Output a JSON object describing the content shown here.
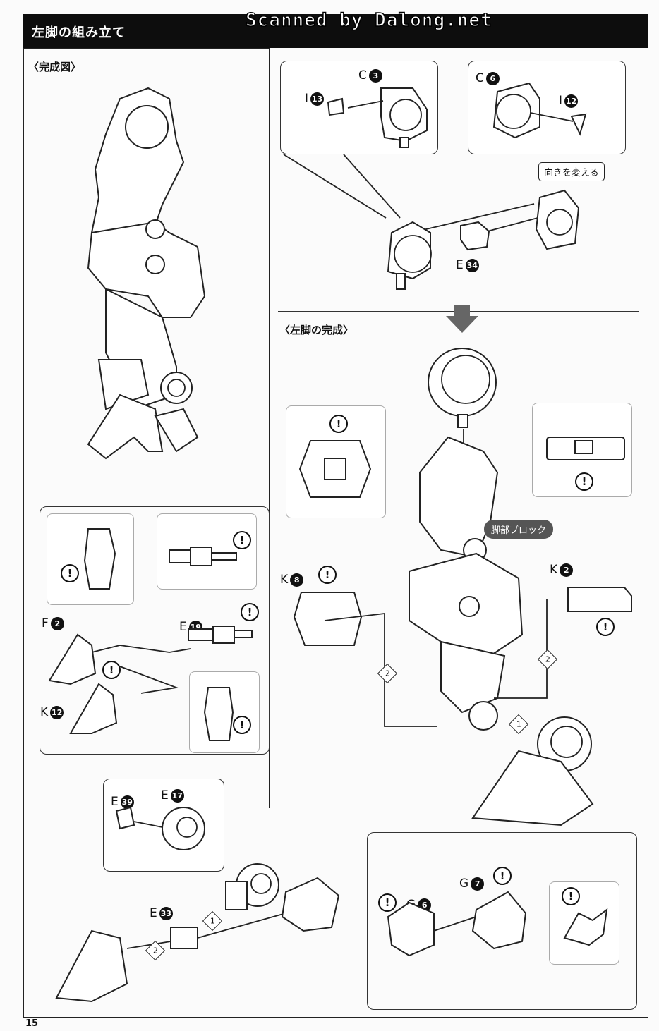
{
  "header": {
    "title": "左脚の組み立て",
    "watermark": "Scanned by Dalong.net"
  },
  "sections": {
    "complete_view": "〈完成図〉",
    "leg_complete": "〈左脚の完成〉"
  },
  "labels": {
    "c3": "C",
    "c3n": "3",
    "i13": "I",
    "i13n": "13",
    "c6": "C",
    "c6n": "6",
    "i12": "I",
    "i12n": "12",
    "e34": "E",
    "e34n": "34",
    "k8": "K",
    "k8n": "8",
    "k2": "K",
    "k2n": "2",
    "f2": "F",
    "f2n": "2",
    "e19": "E",
    "e19n": "19",
    "k12": "K",
    "k12n": "12",
    "e39": "E",
    "e39n": "39",
    "e17": "E",
    "e17n": "17",
    "e33": "E",
    "e33n": "33",
    "g6": "G",
    "g6n": "6",
    "g7": "G",
    "g7n": "7"
  },
  "notes": {
    "change_direction": "向きを変える",
    "leg_block": "脚部ブロック"
  },
  "warning_mark": "!",
  "steps": {
    "s1": "1",
    "s2": "2"
  },
  "page_number": "15"
}
